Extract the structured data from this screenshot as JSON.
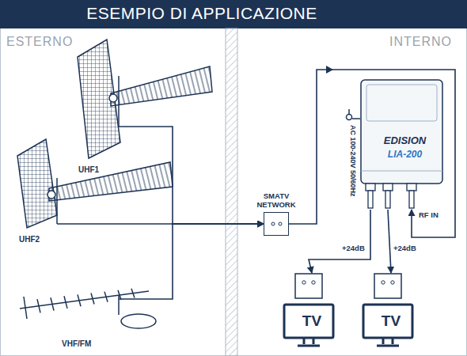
{
  "diagram": {
    "title": "ESEMPIO DI APPLICAZIONE",
    "nodes": [
      {
        "text": [
          "UHF1"
        ]
      },
      {
        "text": [
          "UHF2"
        ]
      },
      {
        "text": [
          "VHF/FM"
        ]
      },
      {
        "text": [
          "SMATV NETWORK"
        ]
      },
      {
        "text": [
          "EDISION",
          "LIA-200"
        ]
      },
      {
        "text": [
          "TV"
        ]
      },
      {
        "text": [
          "TV"
        ]
      }
    ],
    "edges": [
      {
        "from": 0,
        "to": 3,
        "arrow": "to"
      },
      {
        "from": 1,
        "to": 3,
        "arrow": "to"
      },
      {
        "from": 2,
        "to": 3,
        "arrow": "to"
      },
      {
        "from": 3,
        "to": 4,
        "arrow": "to"
      },
      {
        "from": 4,
        "to": 5,
        "label": "+24dB",
        "arrow": "to"
      },
      {
        "from": 4,
        "to": 6,
        "label": "+24dB",
        "arrow": "to"
      }
    ],
    "labels": [
      "ESTERNO",
      "INTERNO",
      "AC 100-240V 50/60Hz",
      "RF IN"
    ]
  }
}
